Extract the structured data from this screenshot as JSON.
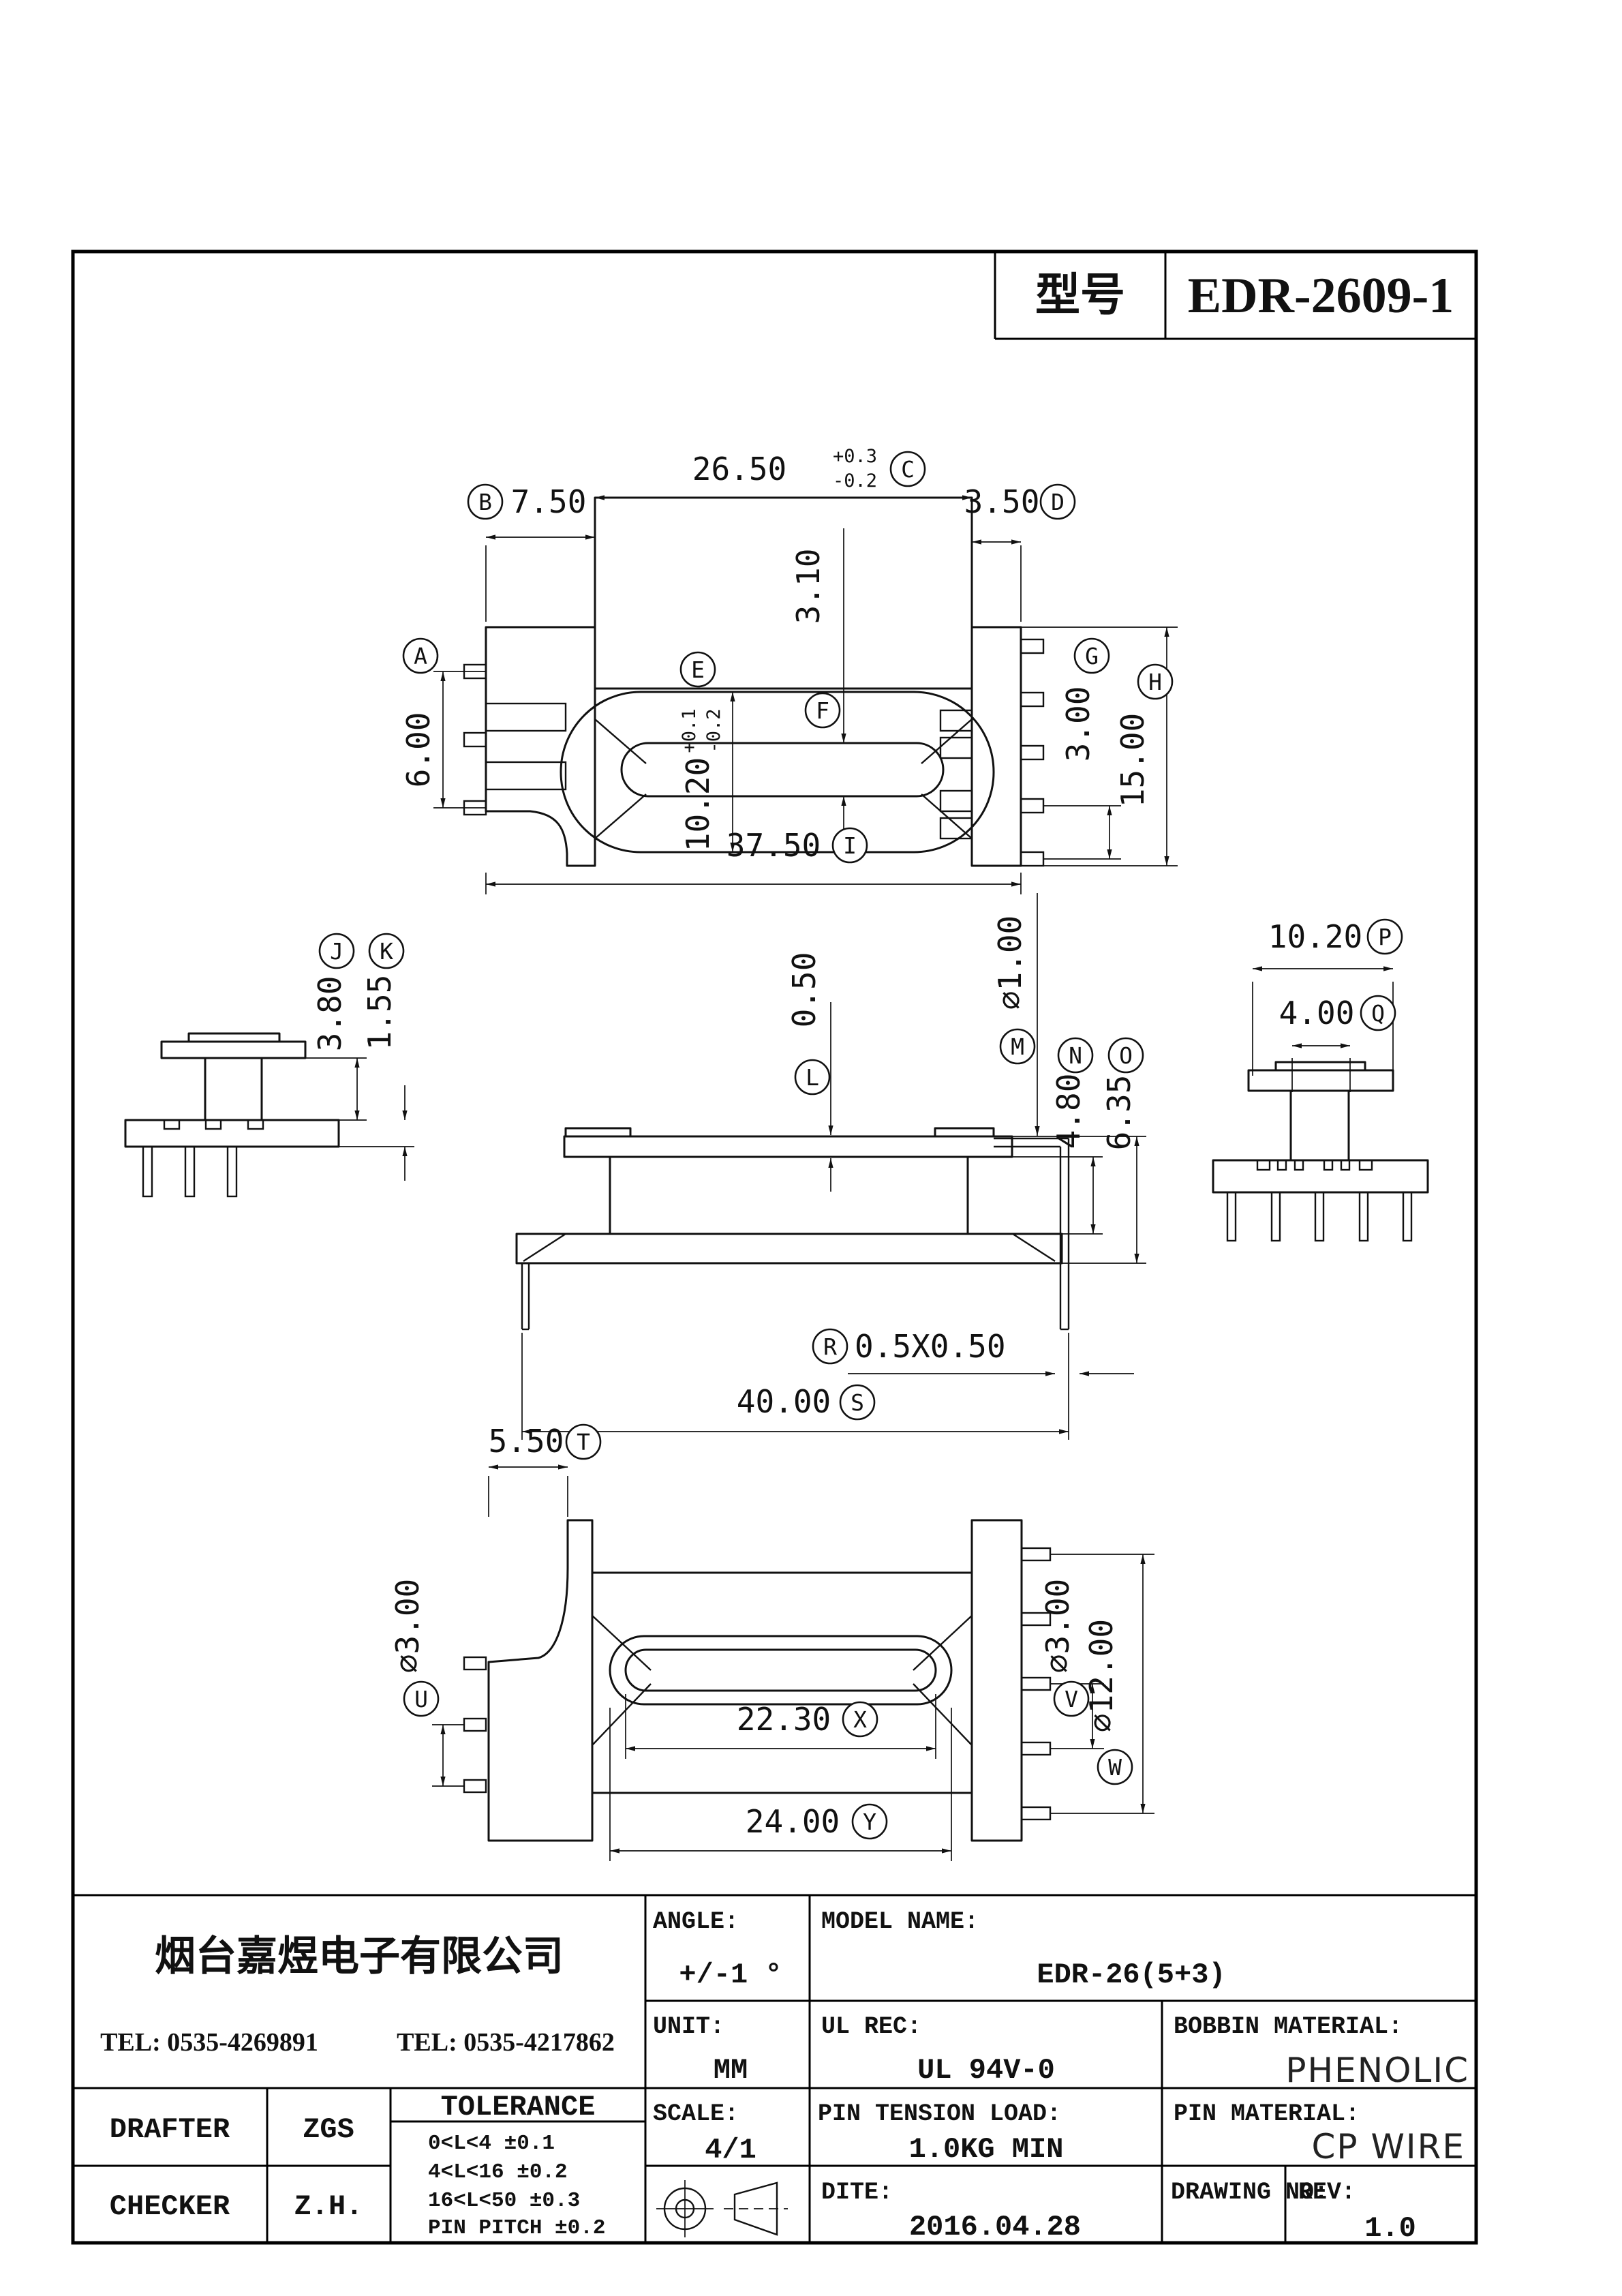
{
  "header": {
    "field_label": "型号",
    "field_value": "EDR-2609-1"
  },
  "dims": {
    "A": {
      "letter": "A",
      "value": "6.00"
    },
    "B": {
      "letter": "B",
      "value": "7.50"
    },
    "C": {
      "letter": "C",
      "value": "26.50",
      "tol_plus": "+0.3",
      "tol_minus": "-0.2"
    },
    "D": {
      "letter": "D",
      "value": "3.50"
    },
    "E": {
      "letter": "E",
      "value": "10.20",
      "tol_plus": "+0.1",
      "tol_minus": "-0.2"
    },
    "F": {
      "letter": "F",
      "value": "3.10"
    },
    "G": {
      "letter": "G",
      "value": "3.00"
    },
    "H": {
      "letter": "H",
      "value": "15.00"
    },
    "I": {
      "letter": "I",
      "value": "37.50"
    },
    "J": {
      "letter": "J",
      "value": "3.80"
    },
    "K": {
      "letter": "K",
      "value": "1.55"
    },
    "L": {
      "letter": "L",
      "value": "0.50"
    },
    "M": {
      "letter": "M",
      "value": "⌀1.00"
    },
    "N": {
      "letter": "N",
      "value": "4.80"
    },
    "O": {
      "letter": "O",
      "value": "6.35"
    },
    "P": {
      "letter": "P",
      "value": "10.20"
    },
    "Q": {
      "letter": "Q",
      "value": "4.00"
    },
    "R": {
      "letter": "R",
      "value": "0.5X0.50"
    },
    "S": {
      "letter": "S",
      "value": "40.00"
    },
    "T": {
      "letter": "T",
      "value": "5.50"
    },
    "U": {
      "letter": "U",
      "value": "⌀3.00"
    },
    "V": {
      "letter": "V",
      "value": "⌀3.00"
    },
    "W": {
      "letter": "W",
      "value": "⌀12.00"
    },
    "X": {
      "letter": "X",
      "value": "22.30"
    },
    "Y": {
      "letter": "Y",
      "value": "24.00"
    }
  },
  "title_block": {
    "company": {
      "name": "烟台嘉煜电子有限公司",
      "tel1": "TEL: 0535-4269891",
      "tel2": "TEL: 0535-4217862"
    },
    "angle": {
      "label": "ANGLE:",
      "value": "+/-1 °"
    },
    "model": {
      "label": "MODEL NAME:",
      "value": "EDR-26(5+3)"
    },
    "unit": {
      "label": "UNIT:",
      "value": "MM"
    },
    "ul": {
      "label": "UL REC:",
      "value": "UL 94V-0"
    },
    "bobbin": {
      "label": "BOBBIN MATERIAL:",
      "value": "PHENOLIC"
    },
    "drafter": {
      "label": "DRAFTER",
      "value": "ZGS"
    },
    "checker": {
      "label": "CHECKER",
      "value": "Z.H."
    },
    "tolerance": {
      "header": "TOLERANCE",
      "rows": [
        "0<L<4   ±0.1",
        "4<L<16  ±0.2",
        "16<L<50 ±0.3",
        "PIN PITCH ±0.2"
      ]
    },
    "scale": {
      "label": "SCALE:",
      "value": "4/1"
    },
    "pin_tension": {
      "label": "PIN TENSION LOAD:",
      "value": "1.0KG MIN"
    },
    "pin_material": {
      "label": "PIN MATERIAL:",
      "value": "CP WIRE"
    },
    "dite": {
      "label": "DITE:",
      "value": "2016.04.28"
    },
    "drawing_no": {
      "label": "DRAWING NO:"
    },
    "rev": {
      "label": "REV:",
      "value": "1.0"
    }
  }
}
